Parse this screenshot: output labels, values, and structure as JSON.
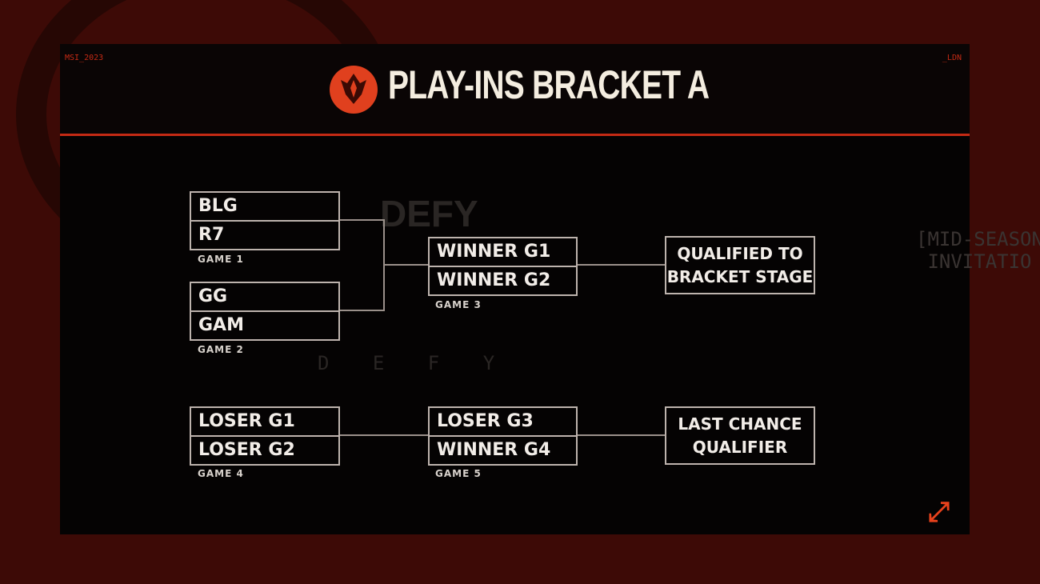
{
  "header": {
    "title": "PLAY-INS BRACKET A",
    "corner_left": "MSI_2023",
    "corner_right": "_LDN"
  },
  "watermarks": {
    "defy_large": "DEFY",
    "defy_spaced": "D E F Y",
    "msi_text": "[MID-SEASON\n INVITATIO"
  },
  "bracket": {
    "game1": {
      "teams": [
        "BLG",
        "R7"
      ],
      "label": "GAME 1"
    },
    "game2": {
      "teams": [
        "GG",
        "GAM"
      ],
      "label": "GAME 2"
    },
    "game3": {
      "teams": [
        "WINNER G1",
        "WINNER G2"
      ],
      "label": "GAME 3"
    },
    "game4": {
      "teams": [
        "LOSER G1",
        "LOSER G2"
      ],
      "label": "GAME 4"
    },
    "game5": {
      "teams": [
        "LOSER G3",
        "WINNER G4"
      ],
      "label": "GAME 5"
    },
    "qualified": {
      "line1": "QUALIFIED TO",
      "line2": "BRACKET STAGE"
    },
    "lcq": {
      "line1": "LAST CHANCE",
      "line2": "QUALIFIER"
    }
  },
  "colors": {
    "accent": "#e0401e",
    "background": "#3d0a06"
  }
}
